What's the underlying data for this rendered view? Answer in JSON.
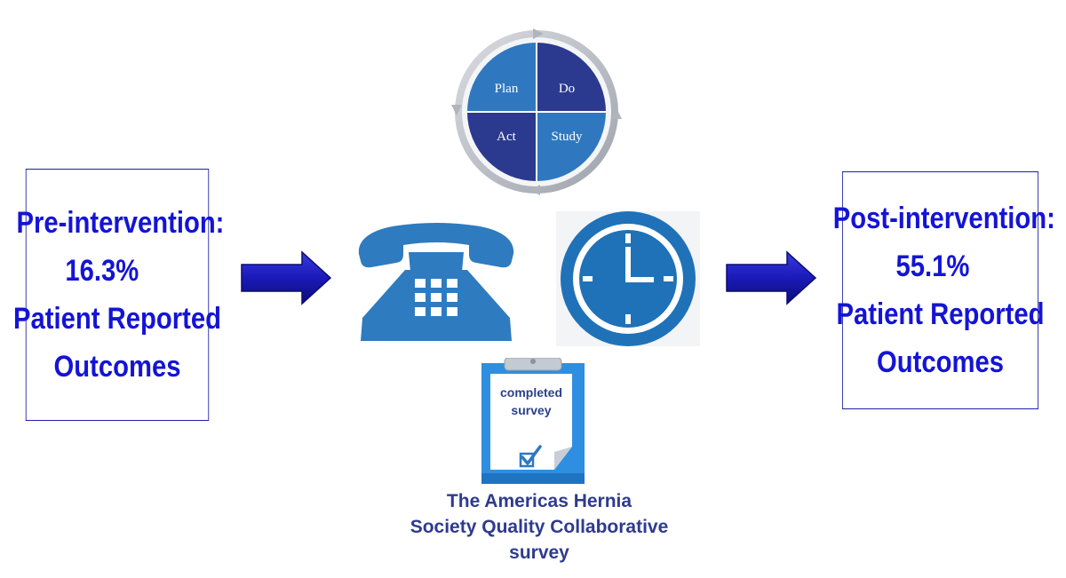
{
  "pre_intervention": {
    "label": "Pre-intervention:",
    "value": "16.3%",
    "line3": "Patient Reported",
    "line4": "Outcomes"
  },
  "post_intervention": {
    "label": "Post-intervention:",
    "value": "55.1%",
    "line3": "Patient Reported",
    "line4": "Outcomes"
  },
  "pdsa_cycle": {
    "plan": "Plan",
    "do": "Do",
    "study": "Study",
    "act": "Act"
  },
  "clipboard": {
    "line1": "completed",
    "line2": "survey"
  },
  "survey_caption": {
    "line1": "The Americas Hernia",
    "line2": "Society Quality Collaborative",
    "line3": "survey"
  },
  "icons": [
    "right-arrow-icon",
    "pdsa-cycle-icon",
    "telephone-icon",
    "clock-icon",
    "clipboard-icon",
    "checkbox-icon"
  ],
  "colors": {
    "outcome_text": "#1414d6",
    "box_border": "#1f1fa8",
    "arrow": "#1a1ab8",
    "pdsa_dark": "#2b3a8f",
    "pdsa_light": "#2f78c0",
    "phone": "#2e7bbf",
    "clock": "#1f72b8",
    "caption": "#2e3b8f"
  }
}
